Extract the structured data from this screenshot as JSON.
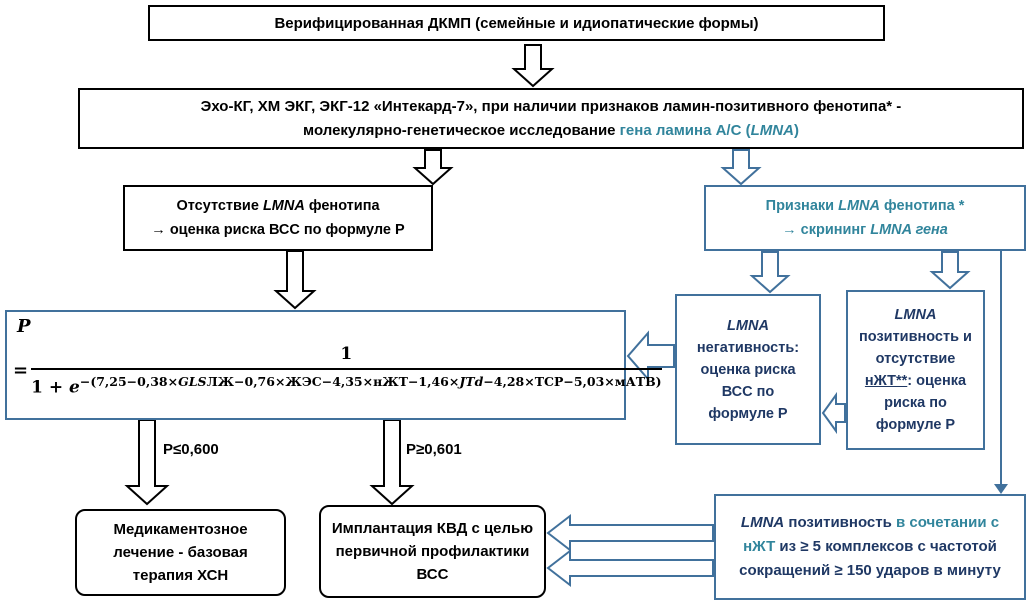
{
  "colors": {
    "teal": "#31859C",
    "steel_blue": "#41719C",
    "navy": "#1F3864"
  },
  "nodes": {
    "top": {
      "text": "Верифицированная ДКМП  (семейные и идиопатические формы)"
    },
    "screening": {
      "line1": "Эхо-КГ,  ХМ ЭКГ,  ЭКГ-12 «Интекард-7», при наличии признаков  ламин-позитивного фенотипа* -",
      "line2_plain": "молекулярно-генетическое  исследование",
      "line2_teal_pre": " гена  ламина А/С (",
      "line2_gene": "LMNA",
      "line2_teal_post": ")"
    },
    "no_lmna": {
      "line1_pre": "Отсутствие ",
      "line1_gene": "LMNA",
      "line1_post": " фенотипа",
      "line2": "→ оценка риска ВСС по формуле Р"
    },
    "lmna_signs": {
      "line1_pre": "Признаки ",
      "line1_gene": "LMNA",
      "line1_post": " фенотипа *",
      "line2_pre": "→ скрининг ",
      "line2_it": "LMNA гена"
    },
    "lmna_negative": {
      "gene": "LMNA",
      "rest": " негативность: оценка риска ВСС по формуле Р"
    },
    "lmna_positive_no_vt": {
      "gene": "LMNA",
      "r1": " позитивность  и отсутствие ",
      "vt": "нЖТ**",
      "r2": ": оценка риска по формуле Р"
    },
    "medical": {
      "text": "Медикаментозное лечение -  базовая терапия ХСН"
    },
    "icd": {
      "text": "Имплантация КВД с целью первичной профилактики ВСС"
    },
    "lmna_positive_vt": {
      "gene": "LMNA",
      "p1": " позитивность ",
      "em": "в сочетании с  нЖТ",
      "p2": " из ≥ 5 комплексов с частотой сокращений ≥ 150 ударов в минуту"
    }
  },
  "formula": {
    "lhs": "Р",
    "eq": "=",
    "numerator": "1",
    "den_pre": "1 + ",
    "den_e": "e",
    "exp_p1": "−(7,25−0,38×",
    "exp_v1": "GLS",
    "exp_p2": "ЛЖ−0,76×ЖЭС−4,35×нЖТ−1,46×",
    "exp_v2": "JTd",
    "exp_p3": "−4,28×ТСР−5,03×мАТВ)"
  },
  "labels": {
    "p_low": "Р≤0,600",
    "p_high": "Р≥0,601"
  }
}
